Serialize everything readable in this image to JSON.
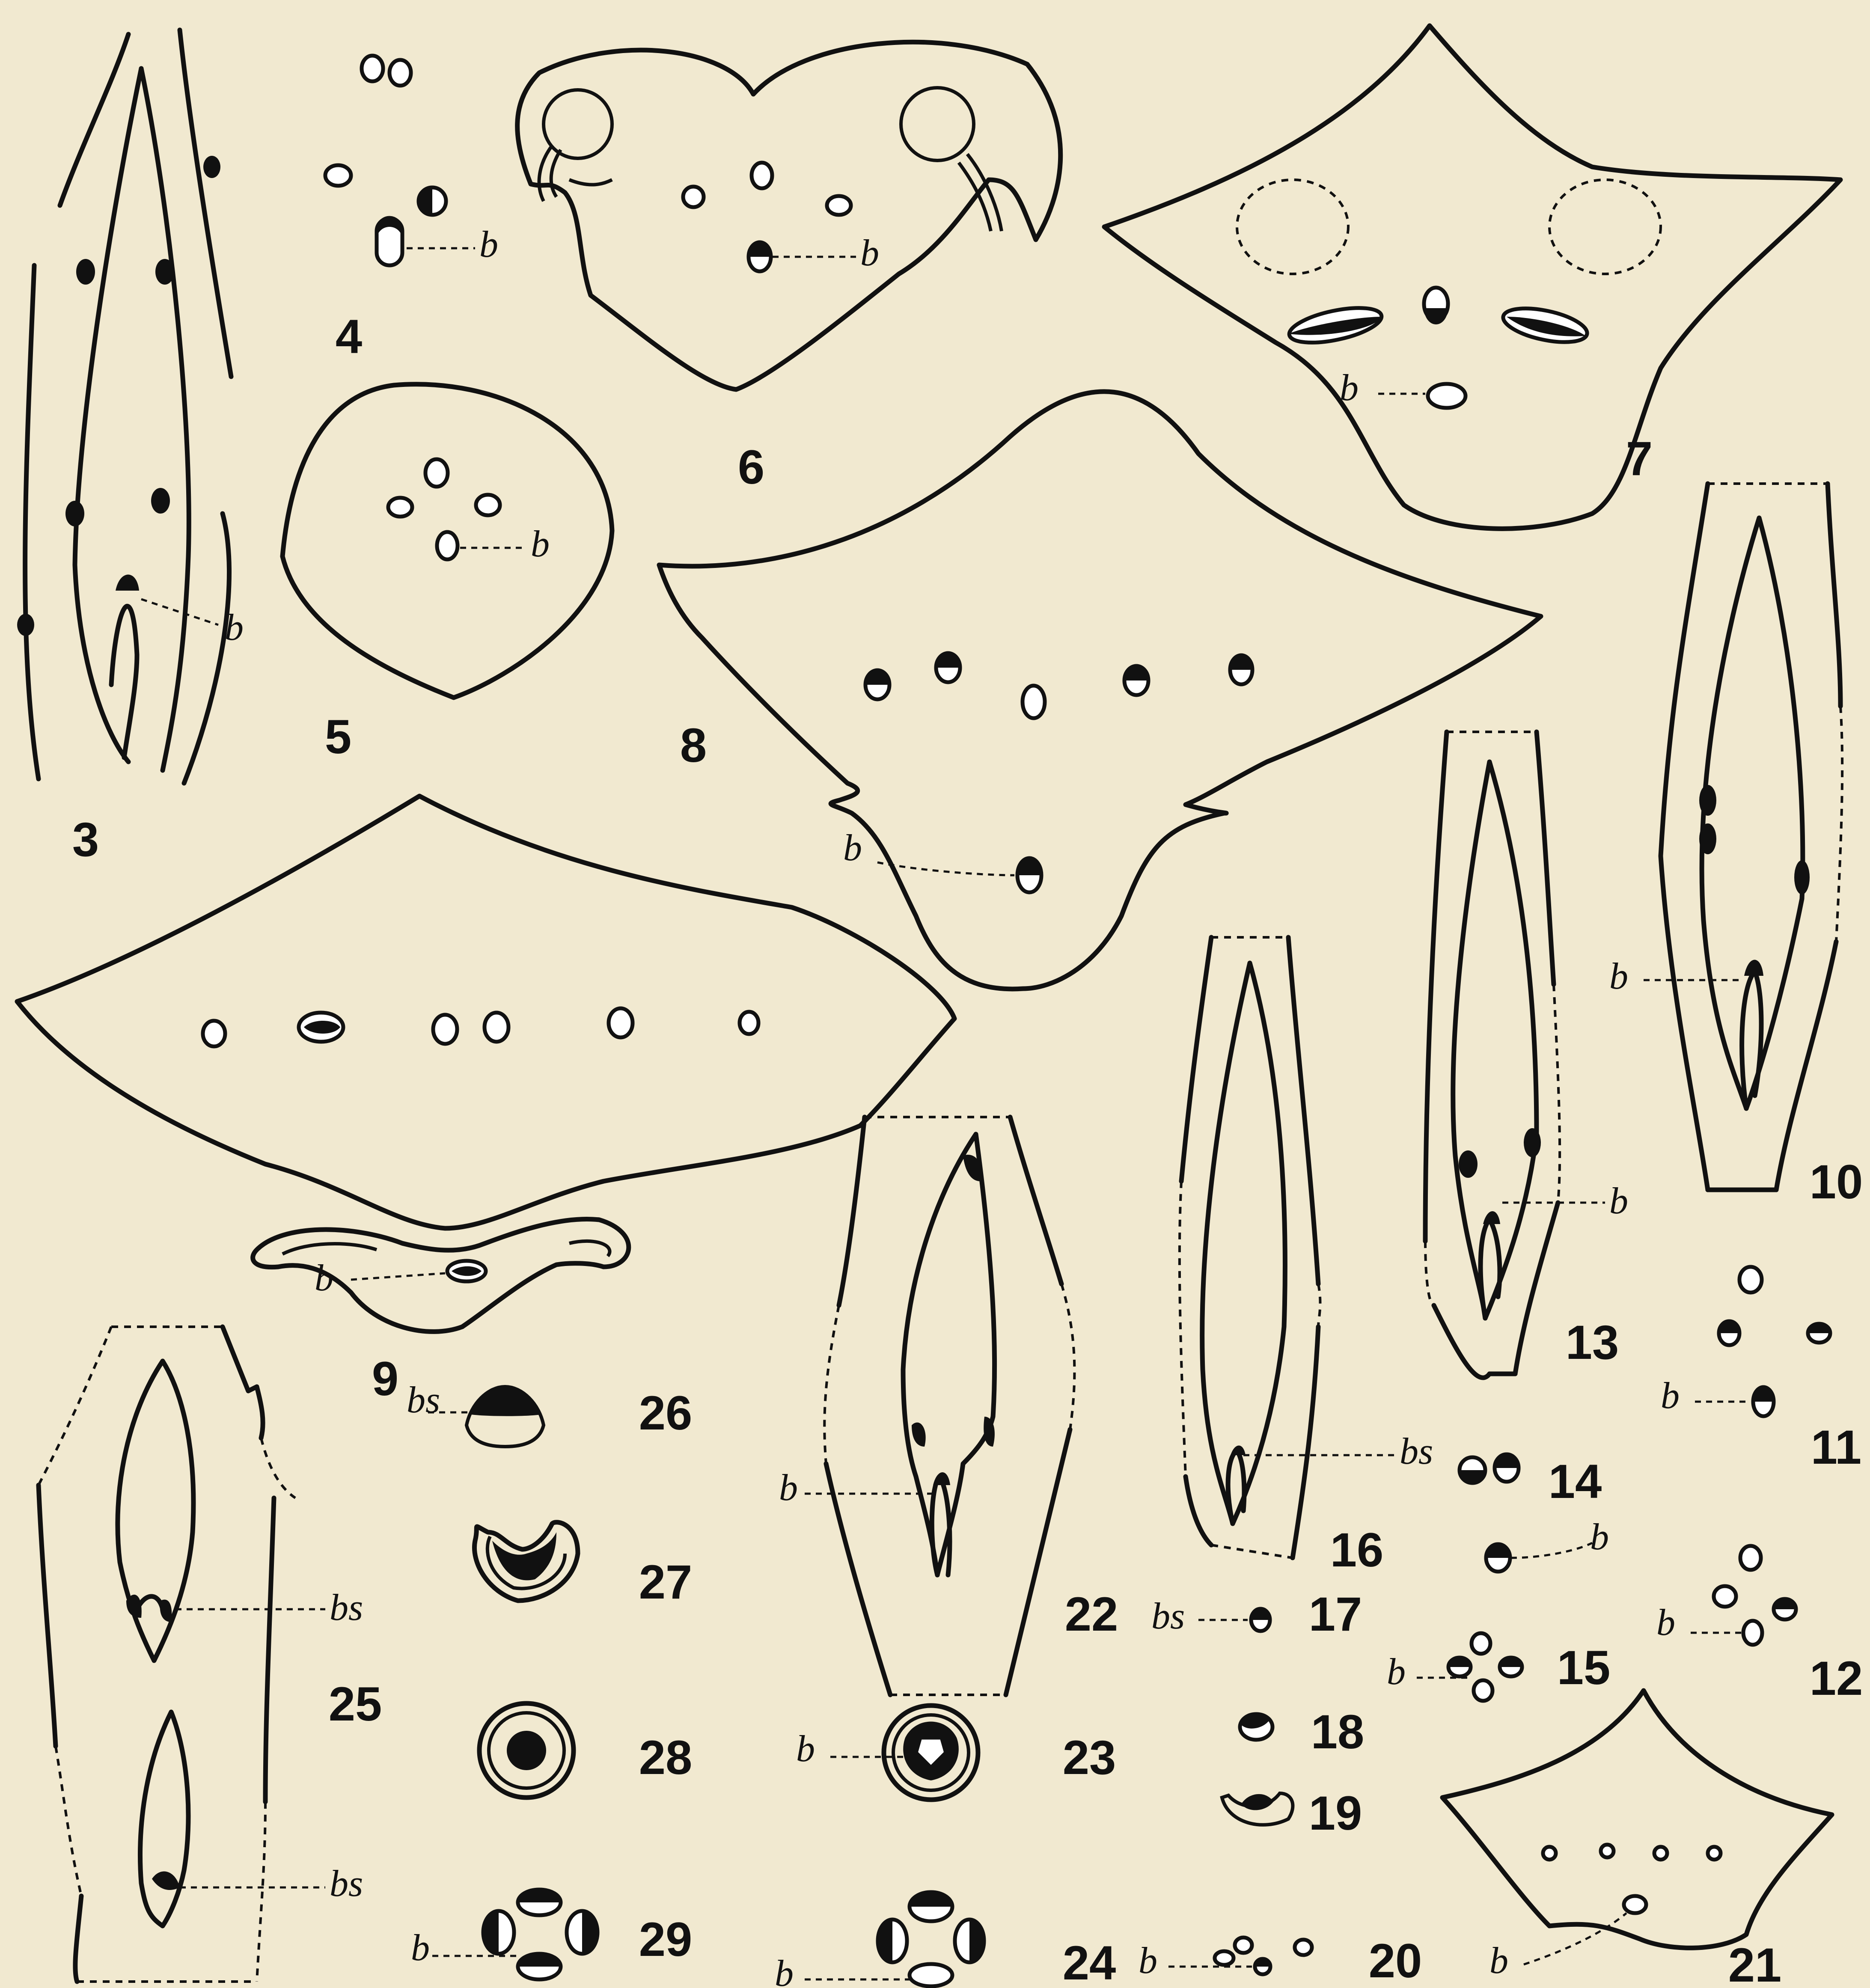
{
  "figure_numbers": [
    "3",
    "4",
    "5",
    "6",
    "7",
    "8",
    "9",
    "10",
    "11",
    "12",
    "13",
    "14",
    "15",
    "16",
    "17",
    "18",
    "19",
    "20",
    "21",
    "22",
    "23",
    "24",
    "25",
    "26",
    "27",
    "28",
    "29"
  ],
  "markers": {
    "b": "b",
    "bs": "bs"
  }
}
